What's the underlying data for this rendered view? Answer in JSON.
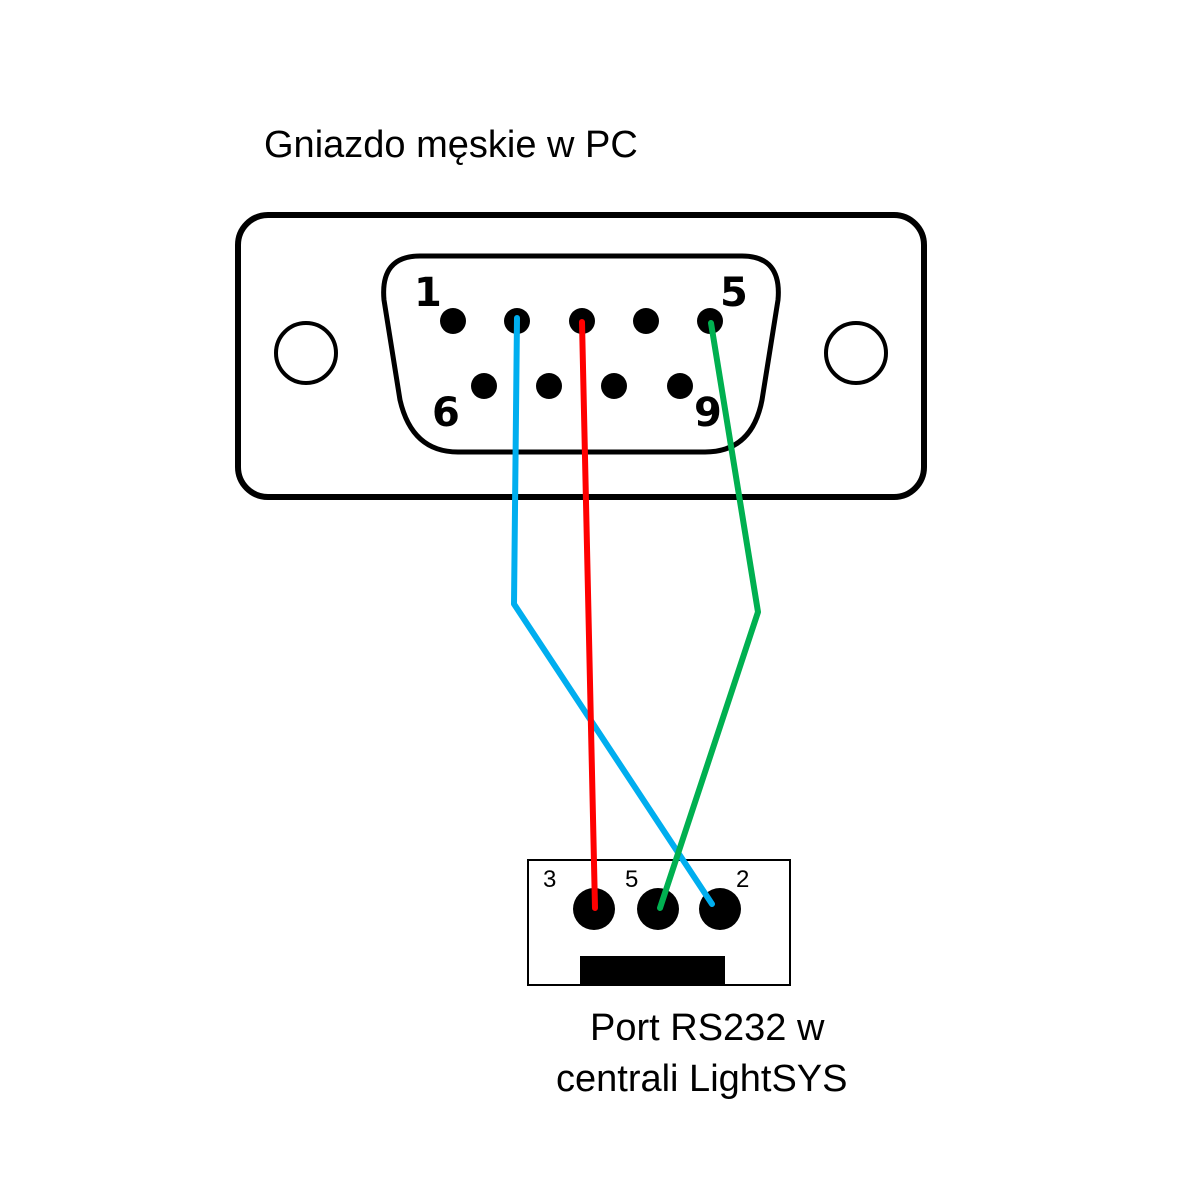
{
  "pc_connector": {
    "title": "Gniazdo męskie w PC",
    "type": "DB9 male",
    "pin_labels": {
      "first": "1",
      "last_top": "5",
      "first_bottom": "6",
      "last_bottom": "9"
    }
  },
  "panel_port": {
    "caption_line1": "Port RS232 w",
    "caption_line2": "centrali LightSYS",
    "pin_labels": [
      "3",
      "5",
      "2"
    ]
  },
  "wires": [
    {
      "color": "#00AEEF",
      "from_db9_pin": 2,
      "to_port_pin": 2
    },
    {
      "color": "#FF0000",
      "from_db9_pin": 3,
      "to_port_pin": 3
    },
    {
      "color": "#00B050",
      "from_db9_pin": 5,
      "to_port_pin": 5
    }
  ]
}
